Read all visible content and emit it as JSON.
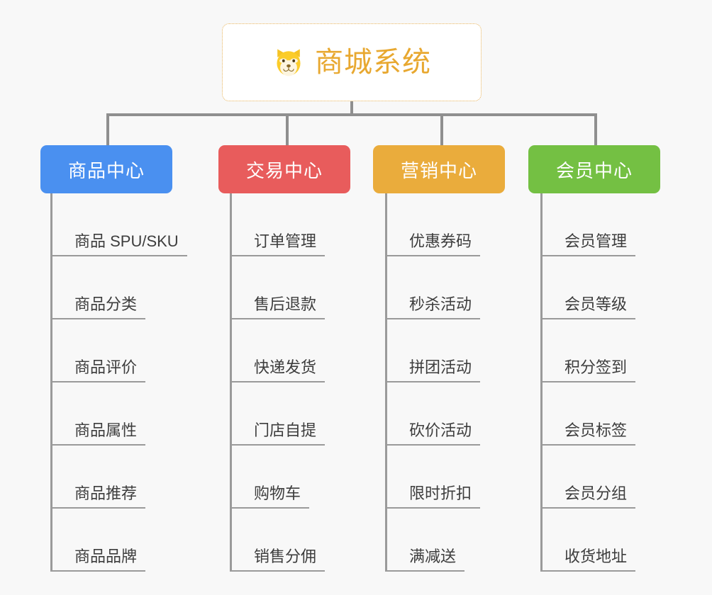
{
  "page": {
    "background_color": "#f8f8f8",
    "type": "organization-mind-map"
  },
  "root": {
    "title": "商城系统",
    "icon": "shiba-dog-face-icon",
    "border_color": "#e8b45c",
    "text_color": "#e8a830",
    "background_color": "#ffffff"
  },
  "categories": [
    {
      "label": "商品中心",
      "color": "#4a90f0",
      "items": [
        "商品 SPU/SKU",
        "商品分类",
        "商品评价",
        "商品属性",
        "商品推荐",
        "商品品牌"
      ]
    },
    {
      "label": "交易中心",
      "color": "#e85c5c",
      "items": [
        "订单管理",
        "售后退款",
        "快递发货",
        "门店自提",
        "购物车",
        "销售分佣"
      ]
    },
    {
      "label": "营销中心",
      "color": "#eaac3c",
      "items": [
        "优惠券码",
        "秒杀活动",
        "拼团活动",
        "砍价活动",
        "限时折扣",
        "满减送"
      ]
    },
    {
      "label": "会员中心",
      "color": "#74c043",
      "items": [
        "会员管理",
        "会员等级",
        "积分签到",
        "会员标签",
        "会员分组",
        "收货地址"
      ]
    }
  ],
  "connector": {
    "color": "#8f8f8f",
    "leaf_color": "#9a9a9a"
  }
}
